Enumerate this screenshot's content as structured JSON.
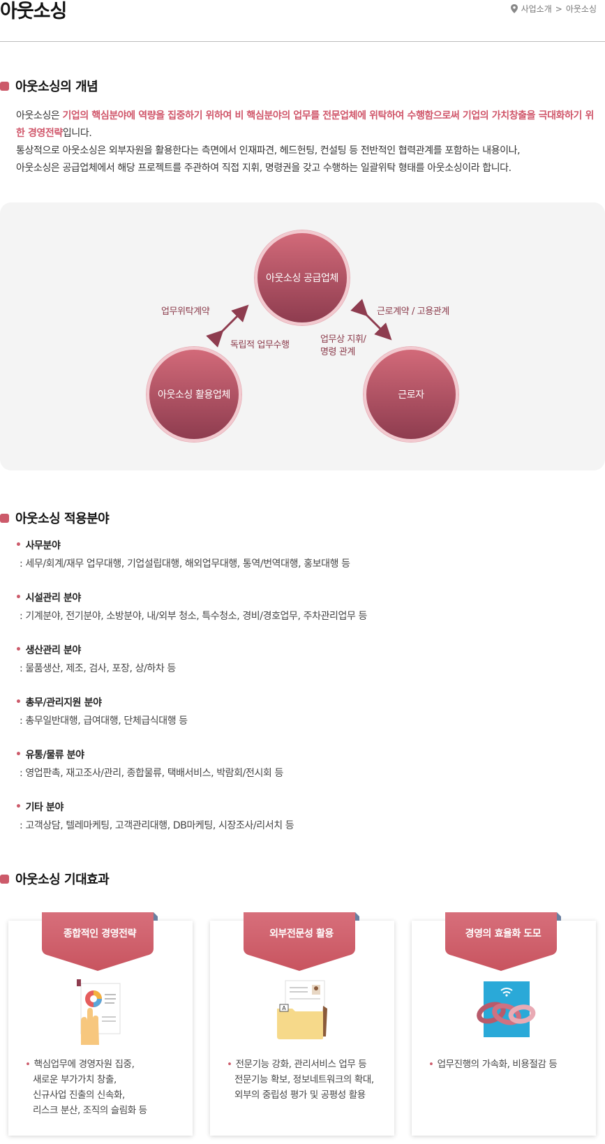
{
  "header": {
    "title": "아웃소싱",
    "breadcrumb": [
      "사업소개",
      "아웃소싱"
    ],
    "breadcrumb_sep": ">"
  },
  "sections": {
    "concept": "아웃소싱의 개념",
    "fields": "아웃소싱 적용분야",
    "effects": "아웃소싱 기대효과"
  },
  "concept": {
    "p1_prefix": "아웃소싱은 ",
    "p1_highlight": "기업의 핵심분야에 역량을 집중하기 위하여 비 핵심분야의 업무를 전문업체에 위탁하여 수행함으로써 기업의 가치창출을 극대화하기 위한 경영전략",
    "p1_suffix": "입니다.",
    "p2": "통상적으로 아웃소싱은 외부자원을 활용한다는 측면에서 인재파견, 헤드헌팅, 컨설팅 등 전반적인 협력관계를 포함하는 내용이나,",
    "p3": "아웃소싱은 공급업체에서 해당 프로젝트를 주관하여 직접 지휘, 명령권을 갖고 수행하는 일괄위탁 형태를 아웃소싱이라 합니다."
  },
  "diagram": {
    "supplier": "아웃소싱 공급업체",
    "user": "아웃소싱 활용업체",
    "worker": "근로자",
    "label_contract": "업무위탁계약",
    "label_independent": "독립적 업무수행",
    "label_employment": "근로계약 / 고용관계",
    "label_command_1": "업무상 지휘/",
    "label_command_2": "명령 관계"
  },
  "fields": [
    {
      "title": "사무분야",
      "desc": ": 세무/회계/재무 업무대행, 기업설립대행, 해외업무대행, 통역/번역대행, 홍보대행 등"
    },
    {
      "title": "시설관리 분야",
      "desc": ": 기계분야, 전기분야, 소방분야, 내/외부 청소, 특수청소, 경비/경호업무, 주차관리업무 등"
    },
    {
      "title": "생산관리 분야",
      "desc": ": 물품생산, 제조, 검사, 포장, 상/하차 등"
    },
    {
      "title": "총무/관리지원 분야",
      "desc": ": 총무일반대행, 급여대행, 단체급식대행 등"
    },
    {
      "title": "유통/물류 분야",
      "desc": ": 영업판촉, 재고조사/관리, 종합물류, 택배서비스, 박람회/전시회 등"
    },
    {
      "title": "기타 분야",
      "desc": ": 고객상담, 텔레마케팅, 고객관리대행, DB마케팅, 시장조사/리서치 등"
    }
  ],
  "effects": [
    {
      "title": "종합적인 경영전략",
      "icon": "strategy-report-icon",
      "lines": [
        "핵심업무에 경영자원 집중,",
        "새로운 부가가치 창출,",
        "신규사업 진출의 신속화,",
        "리스크 분산, 조직의 슬림화 등"
      ]
    },
    {
      "title": "외부전문성 활용",
      "icon": "document-folder-icon",
      "lines": [
        "전문기능 강화, 관리서비스 업무 등",
        "전문기능 확보, 정보네트워크의 확대,",
        "외부의 중립성 평가 및 공평성 활용"
      ]
    },
    {
      "title": "경영의 효율화 도모",
      "icon": "chain-link-icon",
      "lines": [
        "업무진행의 가속화, 비용절감 등"
      ]
    }
  ],
  "colors": {
    "accent": "#cc5a6a",
    "circle_top": "#d26a79",
    "circle_bottom": "#8e3c4f",
    "diagram_bg": "#f4f4f4"
  }
}
